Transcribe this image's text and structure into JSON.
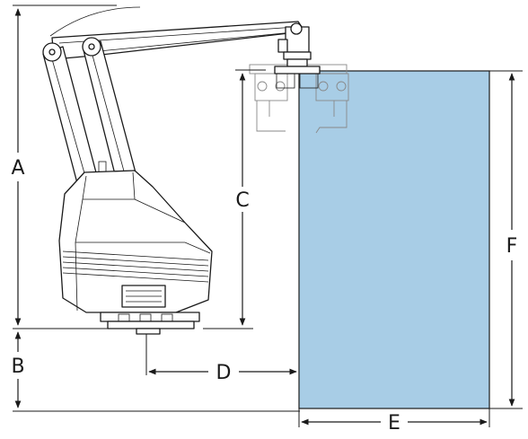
{
  "colors": {
    "work_envelope_fill": "#a8cde6",
    "work_envelope_stroke": "#1a1a1a",
    "line": "#1a1a1a",
    "ghost_gripper": "#888888"
  },
  "dimensions": {
    "A": "A",
    "B": "B",
    "C": "C",
    "D": "D",
    "E": "E",
    "F": "F"
  },
  "icons": {
    "robot": "palletizing-robot-icon",
    "gripper": "gripper-icon"
  }
}
